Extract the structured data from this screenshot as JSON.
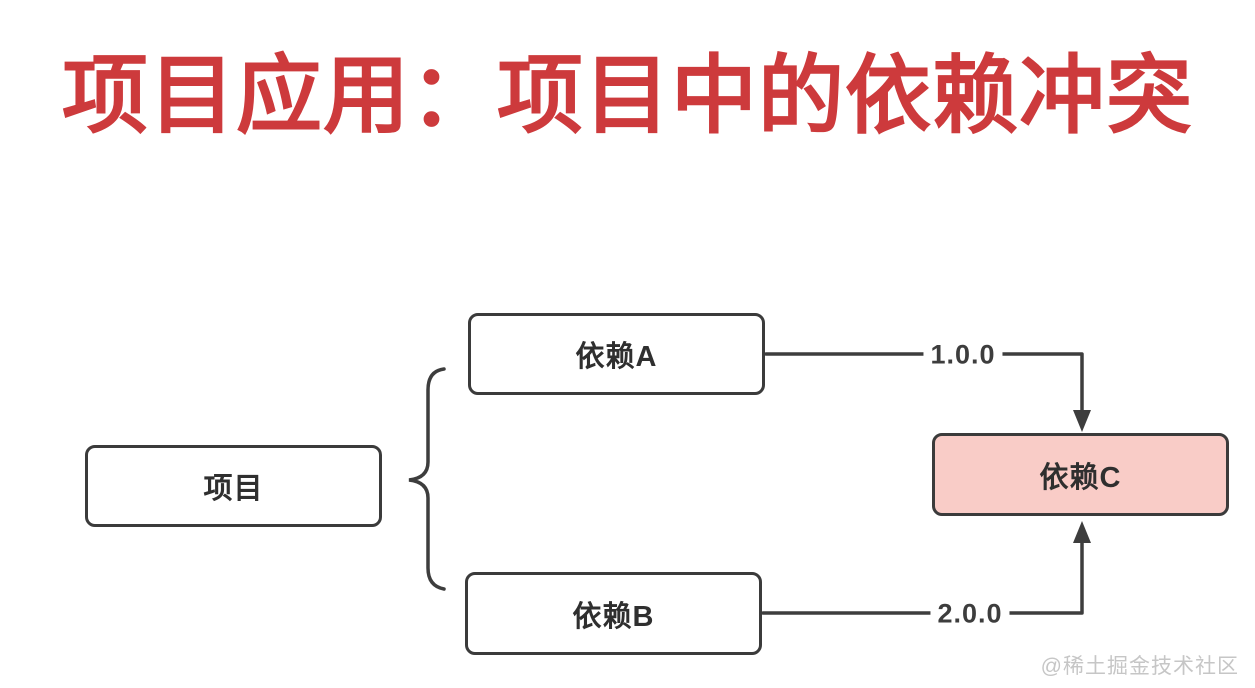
{
  "title": "项目应用：项目中的依赖冲突",
  "watermark": "@稀土掘金技术社区",
  "diagram": {
    "nodes": {
      "project": {
        "label": "项目"
      },
      "dep_a": {
        "label": "依赖A"
      },
      "dep_b": {
        "label": "依赖B"
      },
      "dep_c": {
        "label": "依赖C",
        "fill": "#f9ccc7"
      }
    },
    "edges": {
      "a_to_c": {
        "label": "1.0.0",
        "from": "依赖A",
        "to": "依赖C"
      },
      "b_to_c": {
        "label": "2.0.0",
        "from": "依赖B",
        "to": "依赖C"
      }
    }
  },
  "colors": {
    "title_red": "#cd3a3c",
    "box_border": "#3b3b3b",
    "dep_c_fill": "#f9ccc7",
    "line": "#3d3d3d",
    "watermark_gray": "#c6c6c6",
    "background": "#ffffff"
  }
}
